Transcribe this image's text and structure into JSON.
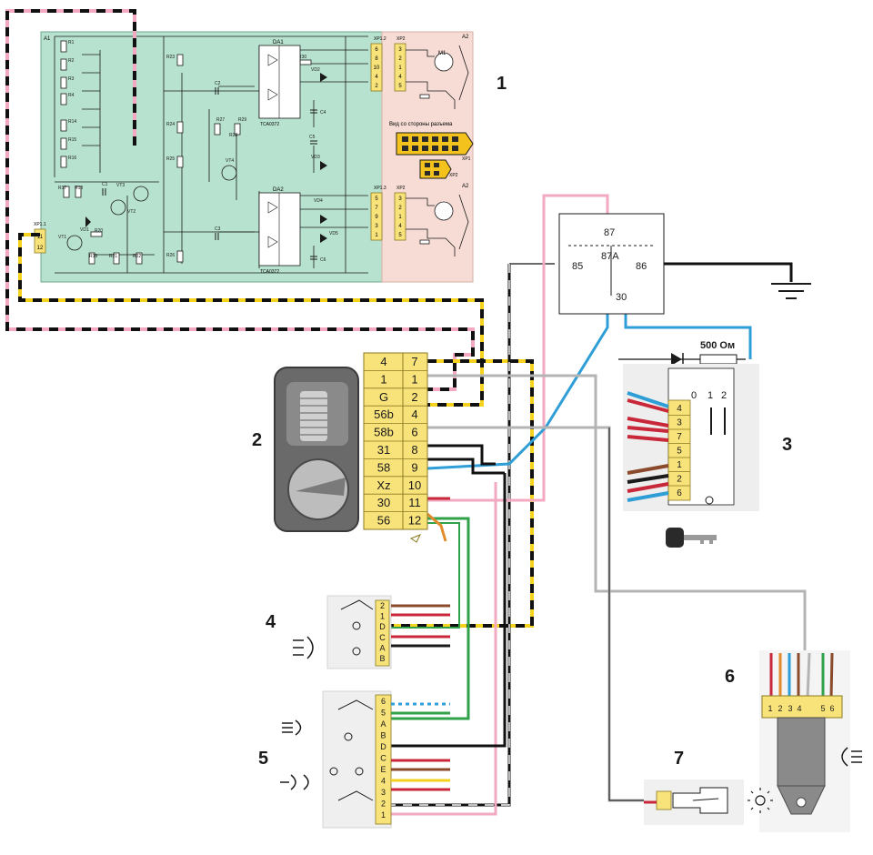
{
  "callouts": {
    "c1": "1",
    "c2": "2",
    "c3": "3",
    "c4": "4",
    "c5": "5",
    "c6": "6",
    "c7": "7"
  },
  "controller_board": {
    "a1": "A1",
    "a2_top": "A2",
    "a2_bottom": "A2",
    "xp1_2": "XP1.2",
    "xp2_top": "XP2",
    "xp1_3": "XP1.3",
    "xp2_bottom": "XP2",
    "xp1_1": "XP1.1",
    "xp1_label": "XP1",
    "xp2_label": "XP2",
    "da1": "DA1",
    "da2": "DA2",
    "chip1": "TCA0372",
    "chip2": "TCA0372",
    "view_caption": "Вид со стороны разъема",
    "resistors": [
      "R1",
      "R2",
      "R3",
      "R4",
      "R14",
      "R15",
      "R16",
      "R17",
      "R18",
      "R19",
      "R20",
      "R21",
      "R22",
      "R23",
      "R24",
      "R25",
      "R26",
      "R27",
      "R28",
      "R29",
      "R30"
    ],
    "transistors": [
      "VT1",
      "VT2",
      "VT3",
      "VT4"
    ],
    "diodes": [
      "VD1",
      "VD2",
      "VD3",
      "VD4",
      "VD5"
    ],
    "caps": [
      "C1",
      "C2",
      "C3",
      "C4",
      "C5",
      "C6"
    ],
    "connector_pins_top": [
      "6",
      "8",
      "10",
      "4",
      "2"
    ],
    "connector_pins_top_xp2": [
      "3",
      "2",
      "1",
      "4",
      "5"
    ],
    "connector_pins_bottom": [
      "5",
      "7",
      "9",
      "3",
      "1"
    ],
    "connector_pins_bottom_xp2": [
      "3",
      "2",
      "1",
      "4",
      "5"
    ],
    "xp1_pins": [
      "11",
      "12"
    ],
    "motor": "M1"
  },
  "relay": {
    "t87": "87",
    "t87a": "87A",
    "t85": "85",
    "t86": "86",
    "t30": "30"
  },
  "resistor_label": "500 Ом",
  "switch_connector": {
    "rows": [
      {
        "left": "4",
        "right": "7"
      },
      {
        "left": "1",
        "right": "1"
      },
      {
        "left": "G",
        "right": "2"
      },
      {
        "left": "56b",
        "right": "4"
      },
      {
        "left": "58b",
        "right": "6"
      },
      {
        "left": "31",
        "right": "8"
      },
      {
        "left": "58",
        "right": "9"
      },
      {
        "left": "Xz",
        "right": "10"
      },
      {
        "left": "30",
        "right": "11"
      },
      {
        "left": "56",
        "right": "12"
      }
    ]
  },
  "ignition_switch": {
    "positions": [
      "0",
      "1",
      "2"
    ],
    "pins": [
      "4",
      "3",
      "7",
      "5",
      "1",
      "2",
      "6"
    ]
  },
  "fog_connector": {
    "pins": [
      "2",
      "1",
      "D",
      "C",
      "A",
      "B"
    ]
  },
  "headlight_connector": {
    "pins": [
      "6",
      "5",
      "A",
      "B",
      "D",
      "C",
      "E",
      "4",
      "3",
      "2",
      "1"
    ]
  },
  "sensor_connector": {
    "pins": [
      "1",
      "2",
      "3",
      "4",
      "5",
      "6"
    ]
  },
  "colors": {
    "board_green": "#b7e2cf",
    "board_pink": "#f6dcd4",
    "connector_yellow": "#f8e27a",
    "wire_pink": "#f2a9c1",
    "wire_yellow": "#f4d21d",
    "wire_blue": "#2f9ed7",
    "wire_gray": "#b4b4b4",
    "wire_green": "#2fa24a",
    "wire_red": "#c8283a",
    "wire_brown": "#8b4a2b",
    "wire_black": "#111111"
  },
  "icons": {
    "ground": "ground-icon",
    "fog_lamp": "fog-lamp-icon",
    "headlamp": "headlamp-icon",
    "key": "key-icon",
    "rear_fog": "rear-fog-icon",
    "sun": "sun-icon"
  }
}
